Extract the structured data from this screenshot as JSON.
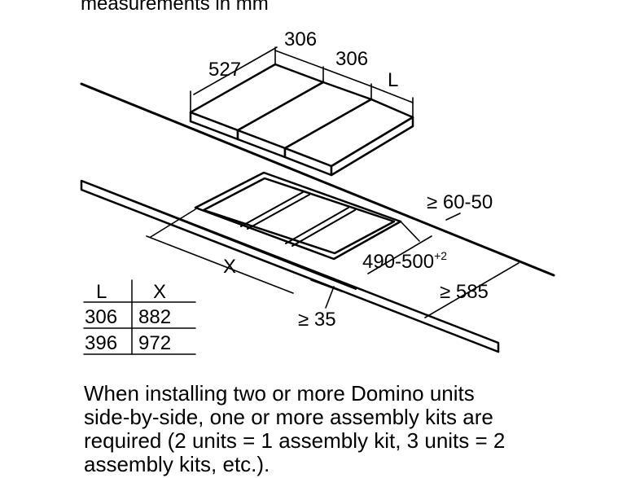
{
  "header": "measurements in mm",
  "dimensions": {
    "depth": "527",
    "width_1": "306",
    "width_2": "306",
    "width_l": "L",
    "rear_clearance": "≥ 60-50",
    "cutout_depth": "490-500",
    "cutout_depth_tolerance": "+2",
    "cutout_width": "X",
    "worktop_depth": "≥ 585",
    "front_clearance": "≥ 35"
  },
  "table": {
    "headers": [
      "L",
      "X"
    ],
    "rows": [
      [
        "306",
        "882"
      ],
      [
        "396",
        "972"
      ]
    ]
  },
  "note_lines": [
    "When installing two or more Domino units",
    "side-by-side, one or more assembly kits are",
    "required (2 units = 1 assembly kit, 3 units = 2",
    "assembly kits, etc.)."
  ]
}
